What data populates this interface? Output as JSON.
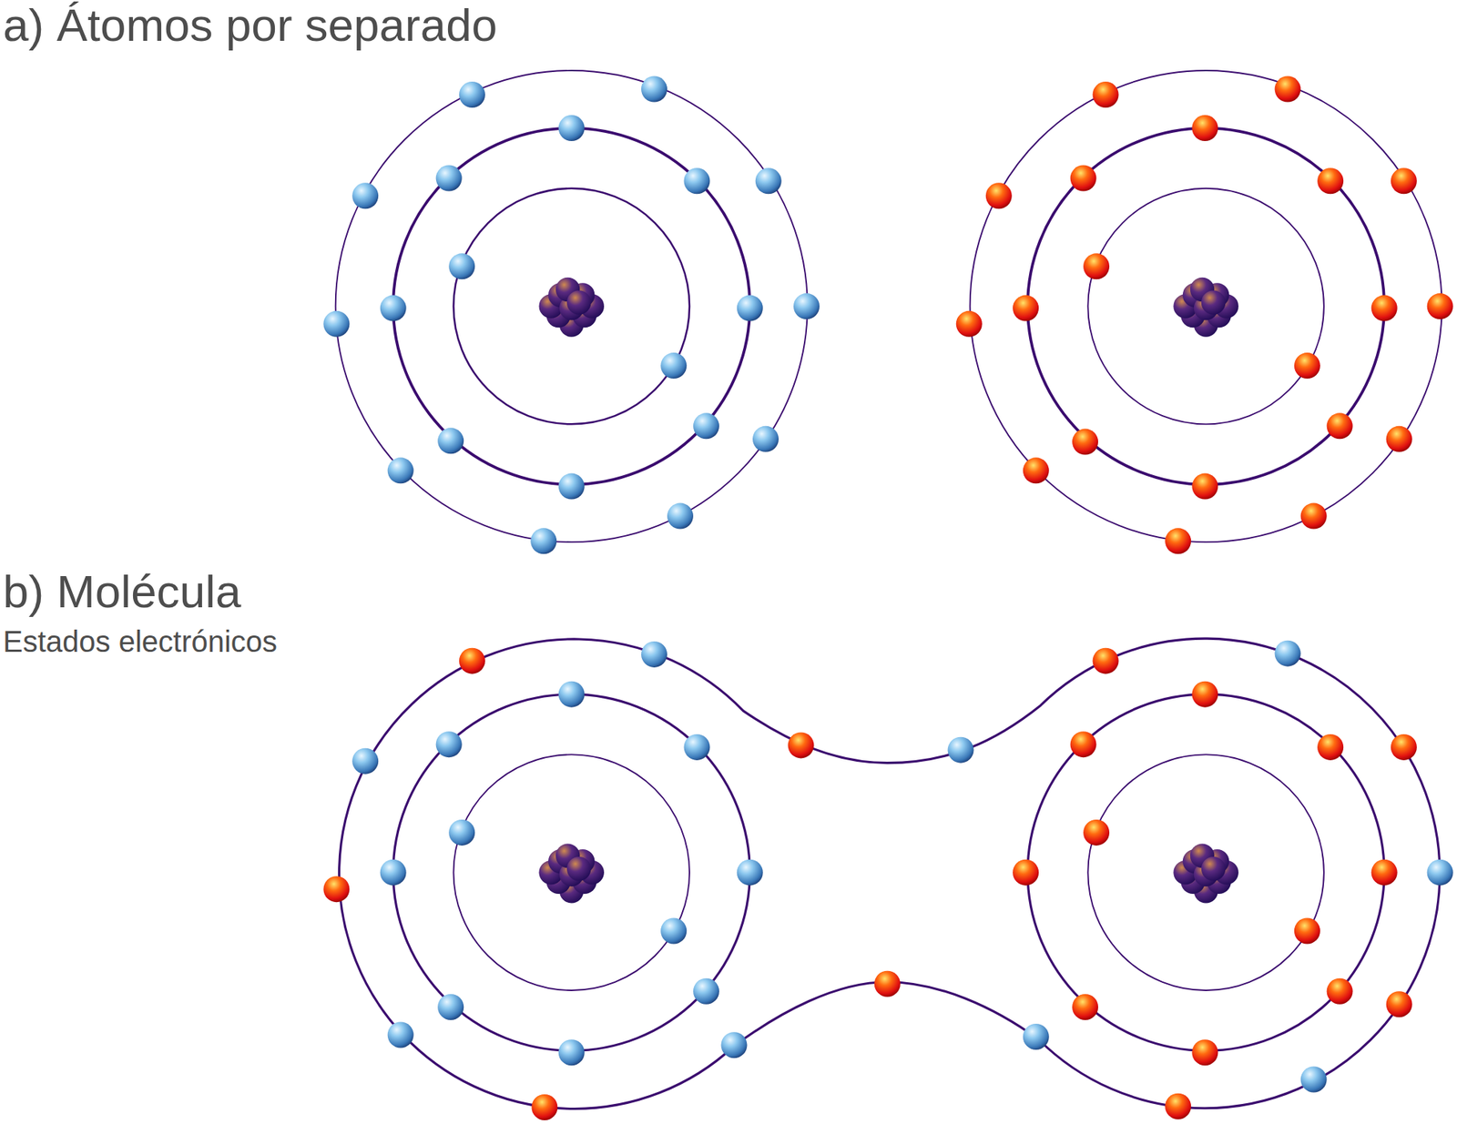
{
  "diagram": {
    "labels": [
      "a) Átomos por separado",
      "b) Molécula",
      "Estados electrónicos"
    ]
  }
}
